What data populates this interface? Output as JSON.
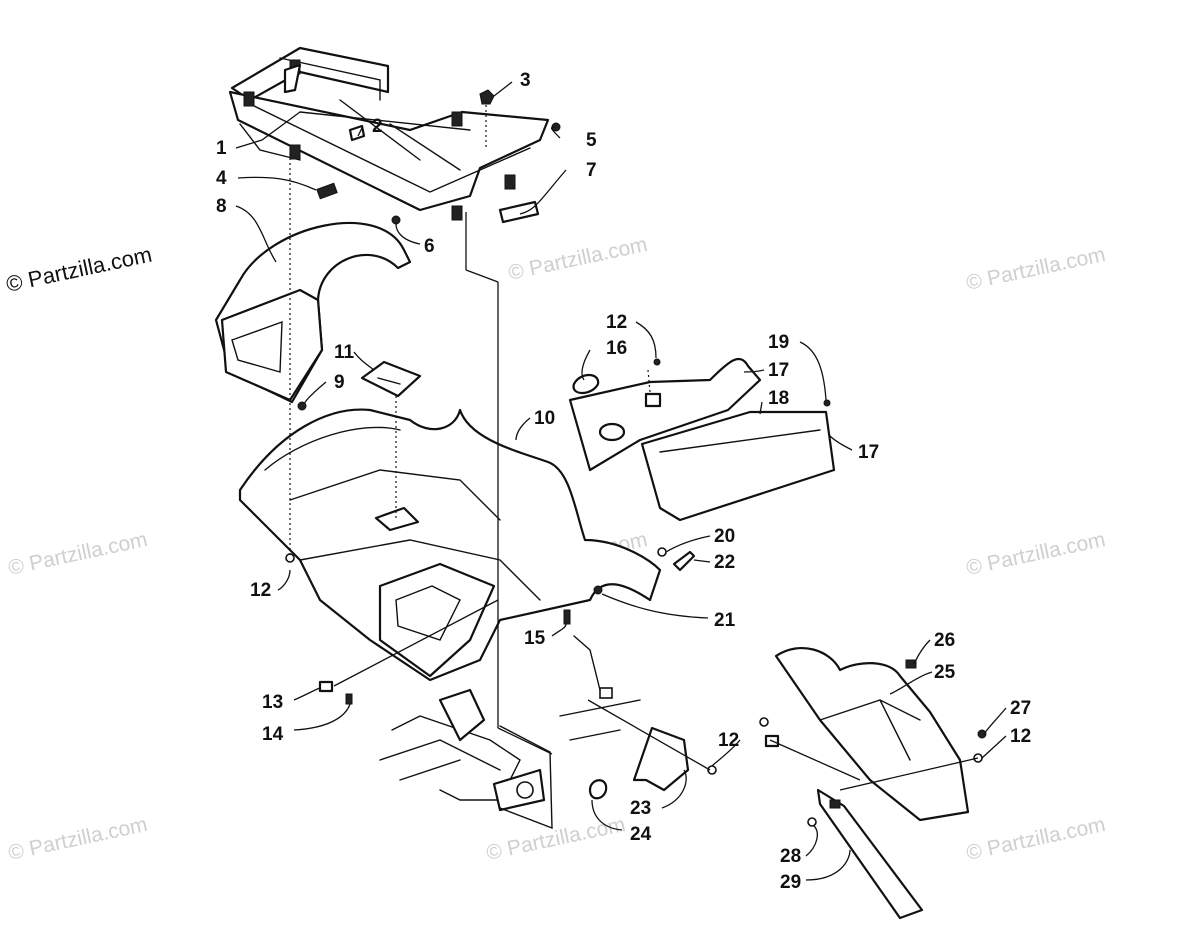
{
  "watermarks": {
    "main": "© Partzilla.com",
    "faint": "© Partzilla.com"
  },
  "callouts": {
    "c1": "1",
    "c2": "2",
    "c3": "3",
    "c4": "4",
    "c5": "5",
    "c6": "6",
    "c7": "7",
    "c8": "8",
    "c9": "9",
    "c10": "10",
    "c11": "11",
    "c12a": "12",
    "c16": "16",
    "c17a": "17",
    "c19": "19",
    "c18": "18",
    "c17b": "17",
    "c12b": "12",
    "c20": "20",
    "c22": "22",
    "c21": "21",
    "c15": "15",
    "c26": "26",
    "c25": "25",
    "c13": "13",
    "c14": "14",
    "c27": "27",
    "c12c": "12",
    "c12d": "12",
    "c23": "23",
    "c24": "24",
    "c28": "28",
    "c29": "29"
  },
  "colors": {
    "ink": "#111111",
    "watermark": "#cfcfcf",
    "paper": "#ffffff"
  }
}
